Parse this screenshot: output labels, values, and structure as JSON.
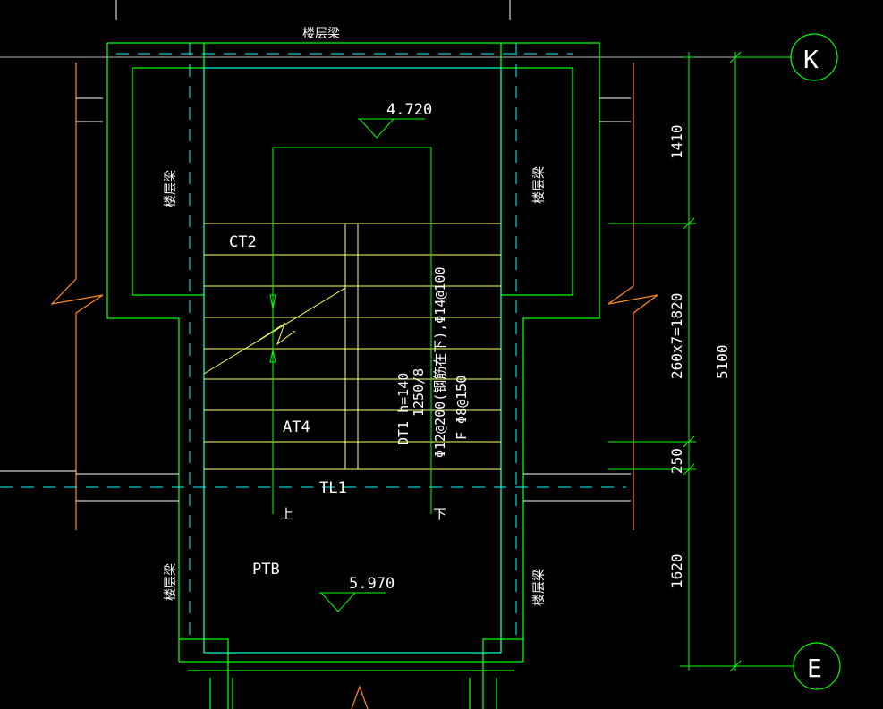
{
  "labels": {
    "beam_top": "楼层梁",
    "beam_left_upper": "楼层梁",
    "beam_right_upper": "楼层梁",
    "beam_left_lower": "楼层梁",
    "beam_right_lower": "楼层梁",
    "elev_upper": "4.720",
    "elev_lower": "5.970",
    "ct2": "CT2",
    "at4": "AT4",
    "tl1": "TL1",
    "ptb": "PTB",
    "up_mark": "上",
    "down_mark": "下",
    "slab_note_1": "DT1 h=140",
    "slab_note_2": "1250/8",
    "slab_note_3": "Φ12@200(钢筋在下),Φ14@100",
    "slab_note_4": "F Φ8@150"
  },
  "dimensions": {
    "dim_1410": "1410",
    "dim_steps": "260x7=1820",
    "dim_250": "250",
    "dim_1620": "1620",
    "dim_total": "5100"
  },
  "axes": {
    "axis_k": "K",
    "axis_e": "E"
  },
  "colors": {
    "background": "#000000",
    "wall_green": "#00ff00",
    "stair_yellow": "#ffff66",
    "axis_cyan": "#00ffff",
    "text_white": "#ffffff",
    "orange": "#ff8c1a"
  }
}
